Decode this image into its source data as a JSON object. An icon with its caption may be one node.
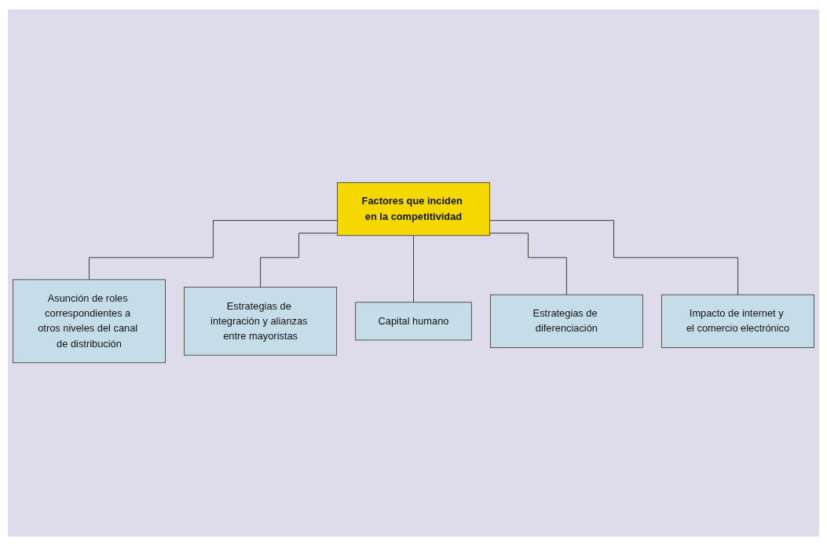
{
  "diagram": {
    "nodes": [
      {
        "text": [
          "Factores que inciden en la competitividad"
        ]
      },
      {
        "text": [
          "Asunción de roles correspondientes a otros niveles del canal de distribución"
        ]
      },
      {
        "text": [
          "Estrategias de integración y alianzas entre mayoristas"
        ]
      },
      {
        "text": [
          "Capital humano"
        ]
      },
      {
        "text": [
          "Estrategias de diferenciación"
        ]
      },
      {
        "text": [
          "Impacto de internet y el comercio electrónico"
        ]
      }
    ],
    "edges": [
      {
        "from": 0,
        "to": 1,
        "arrow": "none"
      },
      {
        "from": 0,
        "to": 2,
        "arrow": "none"
      },
      {
        "from": 0,
        "to": 3,
        "arrow": "none"
      },
      {
        "from": 0,
        "to": 4,
        "arrow": "none"
      },
      {
        "from": 0,
        "to": 5,
        "arrow": "none"
      }
    ]
  }
}
